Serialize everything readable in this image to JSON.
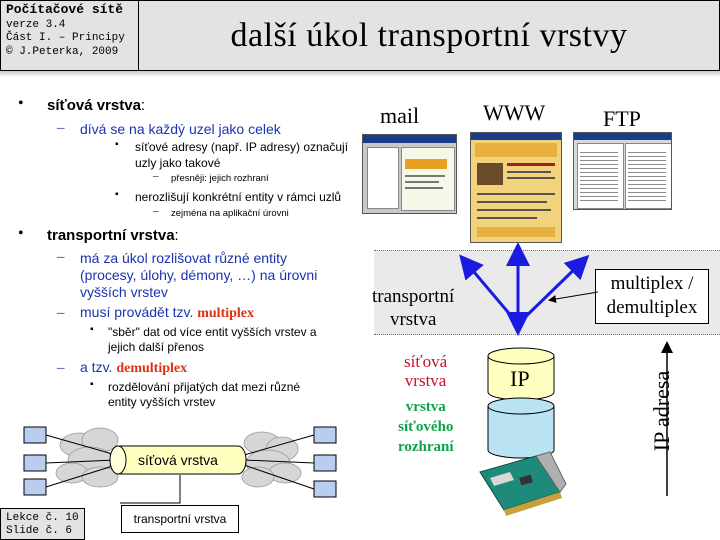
{
  "header": {
    "course_title": "Počítačové sítě",
    "version": "verze 3.4",
    "part": "Část I. – Principy",
    "copyright": "© J.Peterka, 2009",
    "slide_title": "další úkol transportní  vrstvy"
  },
  "bullets": {
    "b1": "síťová vrstva",
    "b1_colon": ":",
    "b1_s1": "dívá se na každý uzel jako celek",
    "b1_s1_i1_l1": "síťové adresy (např. IP adresy) označují",
    "b1_s1_i1_l2": "uzly jako takové",
    "b1_s1_i1_note": "přesněji: jejich rozhraní",
    "b1_s1_i2": "nerozlišují konkrétní entity v rámci uzlů",
    "b1_s1_i2_note": "zejména na aplikační úrovni",
    "b2": "transportní vrstva",
    "b2_colon": ":",
    "b2_s1_l1": "má za úkol rozlišovat  různé entity",
    "b2_s1_l2": "(procesy, úlohy, démony, …) na  úrovni",
    "b2_s1_l3": "vyšších vrstev",
    "b2_s2_pre": "musí provádět tzv. ",
    "b2_s2_red": "multiplex",
    "b2_s2_i1_l1": "\"sběr\" dat od více entit vyšších vrstev a",
    "b2_s2_i1_l2": "jejich další přenos",
    "b2_s3_pre": "a tzv. ",
    "b2_s3_red": "demultiplex",
    "b2_s3_i1_l1": "rozdělování přijatých dat mezi různé",
    "b2_s3_i1_l2": "entity vyšších vrstev"
  },
  "diagram": {
    "mail_label": "mail",
    "www_label": "WWW",
    "ftp_label": "FTP",
    "transport_line1": "transportní",
    "transport_line2": "vrstva",
    "mux_line1": "multiplex /",
    "mux_line2": "demultiplex",
    "net_line1": "síťová",
    "net_line2": "vrstva",
    "ip_label": "IP",
    "iface_line1": "vrstva",
    "iface_line2": "síťového",
    "iface_line3": "rozhraní",
    "ip_address_label": "IP adresa",
    "net_layer_pipe": "síťová vrstva",
    "bottom_transport": "transportní vrstva"
  },
  "footer": {
    "lesson": "Lekce č. 10",
    "slide": "Slide č. 6"
  },
  "colors": {
    "blue_text": "#1a33b2",
    "red_text": "#e03010",
    "net_red": "#c8102e",
    "iface_green": "#12a04a",
    "box_blue": "#b9cdf0",
    "pipe_yellow": "#ffffc0"
  }
}
